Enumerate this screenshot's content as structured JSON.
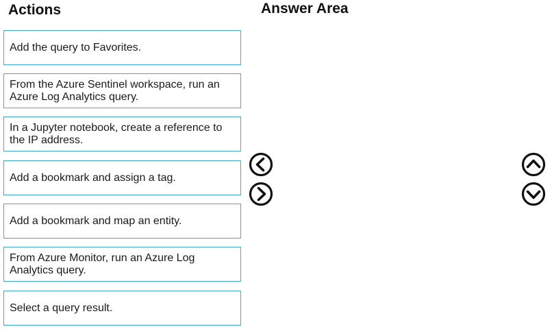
{
  "headings": {
    "actions": "Actions",
    "answer_area": "Answer Area"
  },
  "actions": [
    {
      "label": "Add the query to Favorites."
    },
    {
      "label": "From the Azure Sentinel workspace, run an Azure Log Analytics query."
    },
    {
      "label": "In a Jupyter notebook, create a reference to the IP address."
    },
    {
      "label": "Add a bookmark and assign a tag."
    },
    {
      "label": "Add a bookmark and map an entity."
    },
    {
      "label": "From Azure Monitor, run an Azure Log Analytics query."
    },
    {
      "label": "Select a query result."
    }
  ],
  "controls": {
    "move_left_icon": "circle-chevron-left-icon",
    "move_right_icon": "circle-chevron-right-icon",
    "move_up_icon": "circle-chevron-up-icon",
    "move_down_icon": "circle-chevron-down-icon"
  },
  "colors": {
    "box_border": "#3fa9d6",
    "text": "#1a1a1a"
  }
}
